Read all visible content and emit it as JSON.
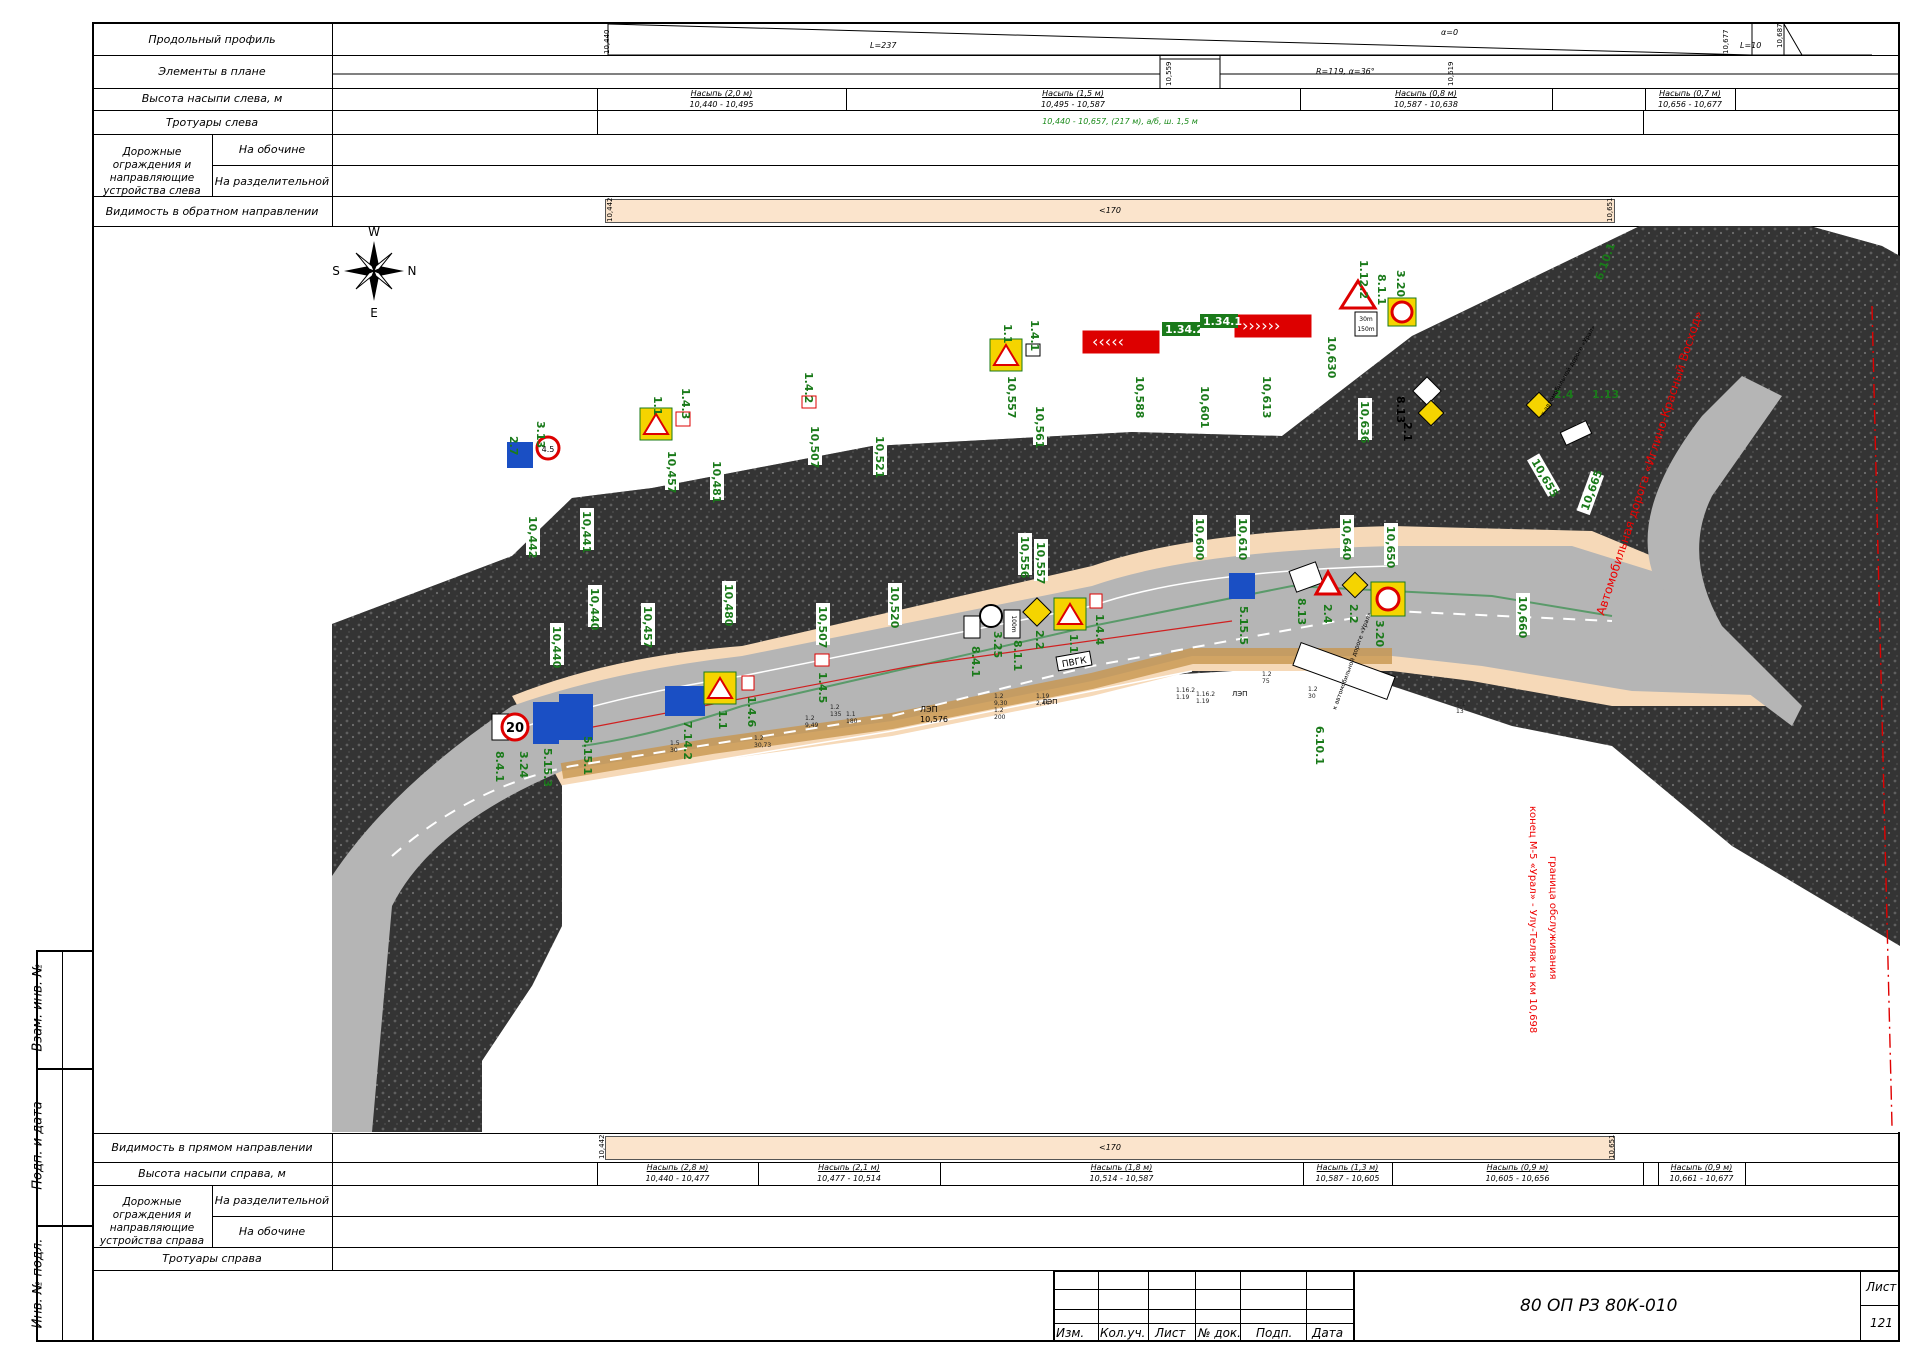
{
  "top_table": {
    "rows": [
      {
        "label": "Продольный профиль"
      },
      {
        "label": "Элементы в плане"
      },
      {
        "label": "Высота насыпи слева, м"
      },
      {
        "label": "Тротуары слева"
      },
      {
        "label": "Дорожные ограждения и направляющие устройства слева",
        "sub": [
          "На обочине",
          "На разделительной"
        ]
      },
      {
        "label": "Видимость в обратном направлении"
      }
    ],
    "profile": {
      "alpha": "α=0",
      "L1": "L=237",
      "L2": "L=10",
      "pk_start": "10,440",
      "pk_mid": "10,677",
      "pk_end": "10,687"
    },
    "plan": {
      "curve": "R=119, α=36°",
      "pk_a": "10,559",
      "pk_b": "10,619"
    },
    "embank_left": [
      {
        "title": "Насыпь (2,0 м)",
        "range": "10,440 - 10,495"
      },
      {
        "title": "Насыпь (1,5 м)",
        "range": "10,495 - 10,587"
      },
      {
        "title": "Насыпь (0,8 м)",
        "range": "10,587 - 10,638"
      },
      {
        "title": "Насыпь (0,7 м)",
        "range": "10,656 - 10,677"
      }
    ],
    "sidewalk_left": "10,440 - 10,657, (217 м), а/б, ш. 1,5 м",
    "visibility_back": {
      "value": "<170",
      "pk_a": "10,442",
      "pk_b": "10,651"
    }
  },
  "bottom_table": {
    "rows": [
      {
        "label": "Видимость в прямом направлении"
      },
      {
        "label": "Высота насыпи справа, м"
      },
      {
        "label": "Дорожные ограждения и направляющие устройства справа",
        "sub": [
          "На разделительной",
          "На обочине"
        ]
      },
      {
        "label": "Тротуары справа"
      }
    ],
    "visibility_fwd": {
      "value": "<170",
      "pk_a": "10,442",
      "pk_b": "10,651"
    },
    "embank_right": [
      {
        "title": "Насыпь (2,8 м)",
        "range": "10,440 - 10,477"
      },
      {
        "title": "Насыпь (2,1 м)",
        "range": "10,477 - 10,514"
      },
      {
        "title": "Насыпь (1,8 м)",
        "range": "10,514 - 10,587"
      },
      {
        "title": "Насыпь (1,3 м)",
        "range": "10,587 - 10,605"
      },
      {
        "title": "Насыпь (0,9 м)",
        "range": "10,605 - 10,656"
      },
      {
        "title": "Насыпь (0,9 м)",
        "range": "10,661 - 10,677"
      }
    ]
  },
  "side_stamp": [
    "Взам. инв. №",
    "Подп. и дата",
    "Инв. № подл."
  ],
  "title_block": {
    "headers": [
      "Изм.",
      "Кол.уч.",
      "Лист",
      "№ док.",
      "Подп.",
      "Дата"
    ],
    "code": "80 ОП РЗ 80К-010",
    "sheet_label": "Лист",
    "sheet_no": "121"
  },
  "compass": {
    "n": "N",
    "s": "S",
    "e": "E",
    "w": "W"
  },
  "map": {
    "road_labels": {
      "pvgk": "ПВГК",
      "lep": "ЛЭП",
      "lep_pk": "10,576",
      "lep2": "ЛЭП",
      "lep3": "ЛЭП"
    },
    "marking_labels": [
      {
        "t": "1.5\n30"
      },
      {
        "t": "1.2\n30,73"
      },
      {
        "t": "1.2\n9,49"
      },
      {
        "t": "1.2\n135"
      },
      {
        "t": "1.1\n180"
      },
      {
        "t": "1.2\n9,30"
      },
      {
        "t": "1.2\n200"
      },
      {
        "t": "1.19\n2,44"
      },
      {
        "t": "1.16.2\n1.19"
      },
      {
        "t": "1.16.2\n1.19"
      },
      {
        "t": "1.2\n75"
      },
      {
        "t": "1.2\n30"
      },
      {
        "t": "1.1\n13"
      }
    ],
    "pk_left": [
      "10,442",
      "10,441",
      "10,457",
      "10,481",
      "10,507",
      "10,521",
      "10,557",
      "10,561",
      "10,588",
      "10,601",
      "10,613",
      "10,630",
      "10,636",
      "10,655",
      "10,665"
    ],
    "pk_right": [
      "10,440",
      "10,440",
      "10,457",
      "10,480",
      "10,507",
      "10,520",
      "10,556",
      "10,557",
      "10,600",
      "10,610",
      "10,640",
      "10,650",
      "10,660"
    ],
    "sign_codes_top": [
      "2.7",
      "3.13",
      "1.1",
      "1.4.3",
      "1.4.2",
      "1.1",
      "1.4.1",
      "1.34.2",
      "1.34.1",
      "1.12.2",
      "8.1.1",
      "3.20",
      "8.13",
      "2.1",
      "6.10.1",
      "1.13",
      "2.4"
    ],
    "sign_codes_bottom": [
      "8.4.1",
      "3.24",
      "5.15.3",
      "5.15.1",
      "7.14.2",
      "1.1",
      "1.4.6",
      "1.4.5",
      "8.4.1",
      "3.25",
      "8.1.1",
      "2.2",
      "1.1",
      "1.4.4",
      "5.15.5",
      "8.13",
      "2.4",
      "2.2",
      "3.20",
      "6.10.1"
    ],
    "sign_values": {
      "speed": "20",
      "mass": "4.5",
      "dist1": "100m",
      "dist2": "30m",
      "dist3": "150m"
    },
    "red_road": "Автомобильная дорога «Иглино-Красный Восход»",
    "red_border": "граница обслуживания",
    "red_border2": "конец М-5 «Урал» - Улу-Теляк на км 10,698",
    "direction1": "к автомобильной дороге «Урал»",
    "direction2": "к автомобильной дороге «Урал»"
  }
}
